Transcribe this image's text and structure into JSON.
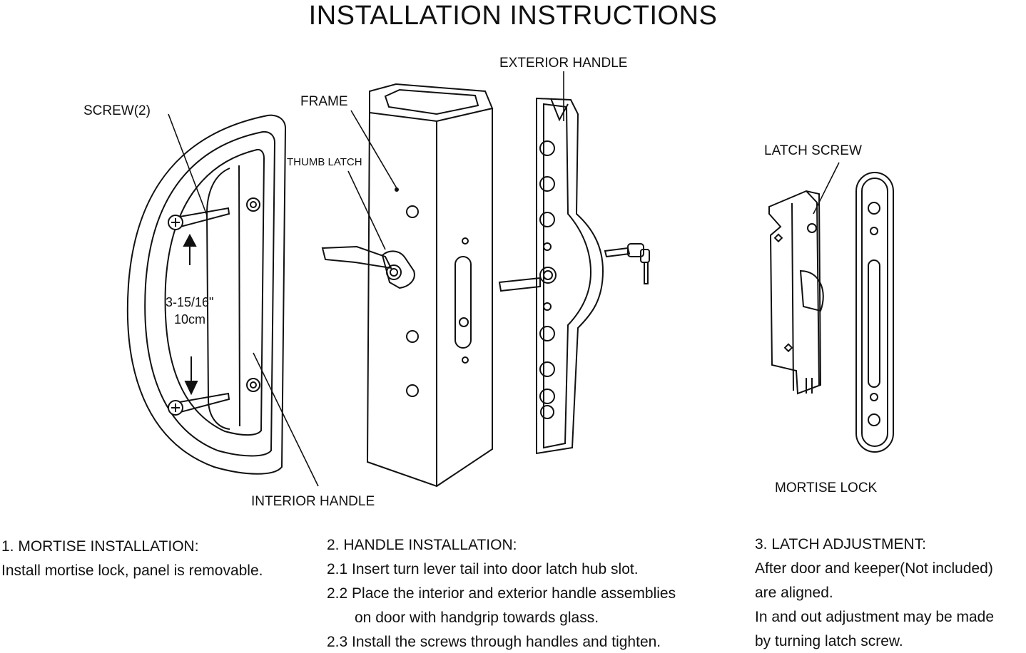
{
  "title": "INSTALLATION INSTRUCTIONS",
  "labels": {
    "screw": "SCREW(2)",
    "frame": "FRAME",
    "thumb_latch": "THUMB LATCH",
    "exterior_handle": "EXTERIOR HANDLE",
    "interior_handle": "INTERIOR HANDLE",
    "dimension_in": "3-15/16\"",
    "dimension_cm": "10cm",
    "latch_screw": "LATCH SCREW",
    "mortise_lock": "MORTISE LOCK"
  },
  "steps": {
    "mortise": {
      "heading": "1. MORTISE INSTALLATION:",
      "lines": [
        "Install mortise lock, panel is removable."
      ]
    },
    "handle": {
      "heading": "2. HANDLE INSTALLATION:",
      "lines": [
        "2.1 Insert turn lever tail into door latch hub slot.",
        "2.2 Place the interior and exterior handle assemblies",
        "on door with handgrip towards glass.",
        "2.3 Install the screws through handles and tighten."
      ]
    },
    "latch": {
      "heading": "3. LATCH ADJUSTMENT:",
      "lines": [
        "After door and keeper(Not included)",
        "are aligned.",
        "In and out adjustment may be made",
        "by turning latch screw."
      ]
    }
  }
}
